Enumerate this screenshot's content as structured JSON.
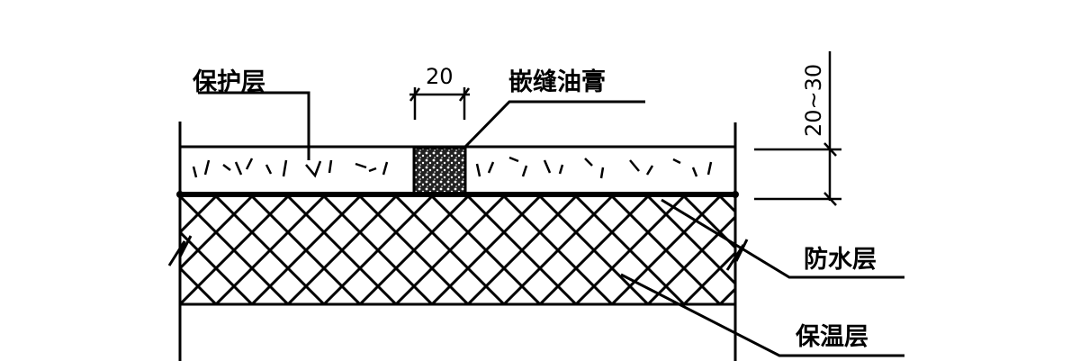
{
  "labels": {
    "protective_layer": "保护层",
    "joint_sealant": "嵌缝油膏",
    "waterproof_layer": "防水层",
    "insulation_layer": "保温层"
  },
  "dimensions": {
    "joint_width": "20",
    "protective_thickness": "20~30"
  }
}
